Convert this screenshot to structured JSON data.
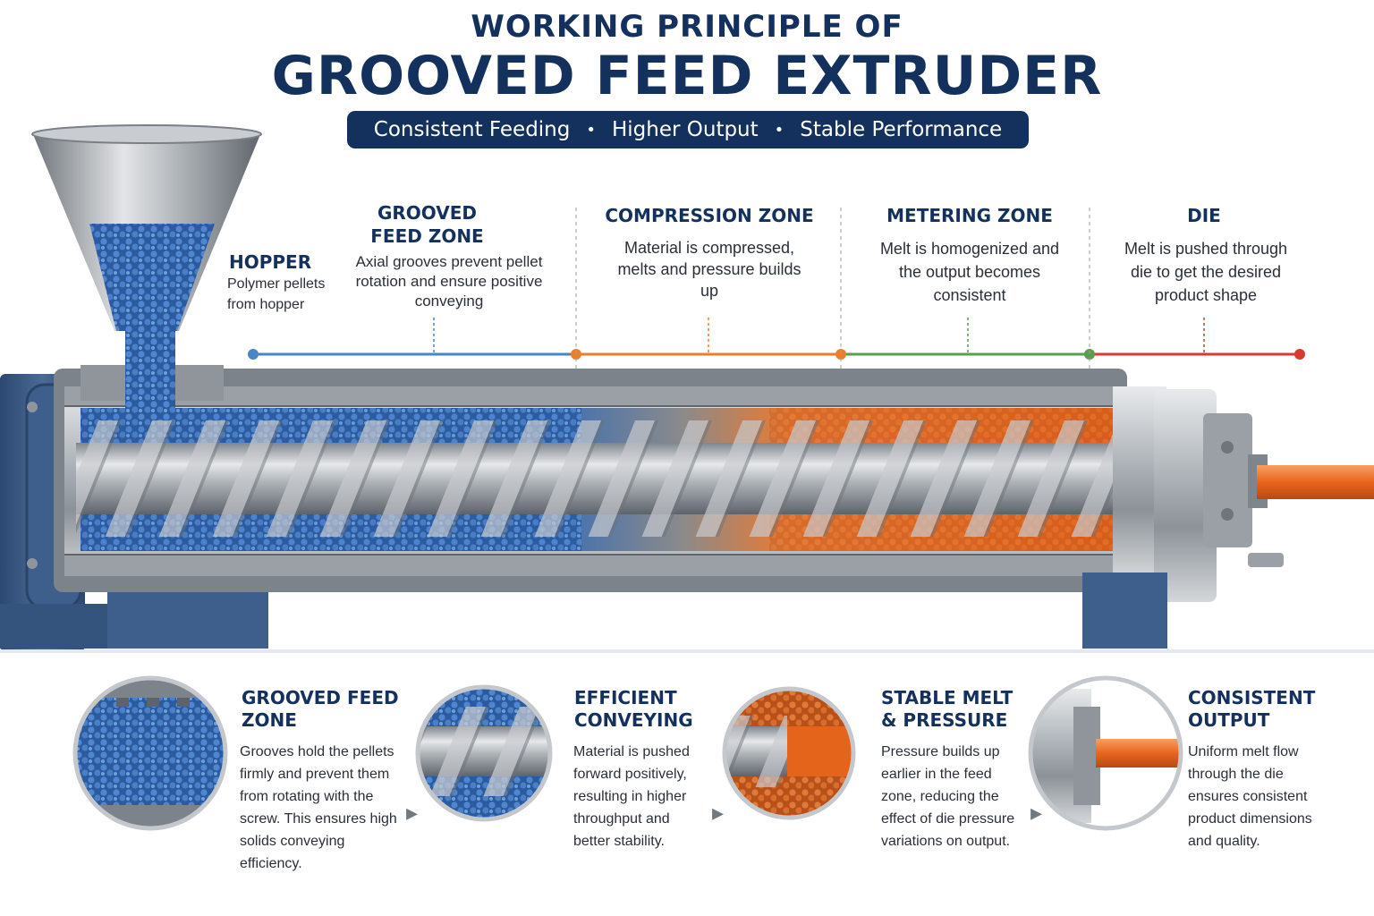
{
  "header": {
    "title_line1": "WORKING PRINCIPLE OF",
    "title_line2": "GROOVED FEED EXTRUDER",
    "tagline_items": [
      "Consistent Feeding",
      "Higher Output",
      "Stable Performance"
    ],
    "tagline_separator": "•"
  },
  "hopper": {
    "title": "HOPPER",
    "desc": "Polymer pellets from hopper"
  },
  "zones": [
    {
      "title": "GROOVED FEED ZONE",
      "desc": "Axial grooves prevent pellet rotation and ensure positive conveying",
      "color": "#4a86c5"
    },
    {
      "title": "COMPRESSION ZONE",
      "desc": "Material is compressed, melts and pressure builds up",
      "color": "#ee7d2a"
    },
    {
      "title": "METERING ZONE",
      "desc": "Melt is homogenized and the output becomes consistent",
      "color": "#5a9e4d"
    },
    {
      "title": "DIE",
      "desc": "Melt is pushed through die to get the desired product shape",
      "color": "#d63a32"
    }
  ],
  "details": [
    {
      "title": "GROOVED FEED ZONE",
      "desc": "Grooves hold the pellets firmly and prevent them from rotating with the screw. This ensures high solids conveying efficiency."
    },
    {
      "title": "EFFICIENT CONVEYING",
      "desc": "Material is pushed forward positively, resulting in higher throughput and better stability."
    },
    {
      "title": "STABLE MELT & PRESSURE",
      "desc": "Pressure builds up earlier in the feed zone, reducing the effect of die pressure variations on output."
    },
    {
      "title": "CONSISTENT OUTPUT",
      "desc": "Uniform melt flow through the die ensures consistent product dimensions and quality."
    }
  ],
  "colors": {
    "navy": "#14315e",
    "pellet_blue": "#3d6fb6",
    "melt_orange": "#e8641e",
    "steel": "#a9adb2",
    "machine_blue": "#3b5a85"
  },
  "icons": {
    "detail_arrow": "chevron-right-icon"
  }
}
